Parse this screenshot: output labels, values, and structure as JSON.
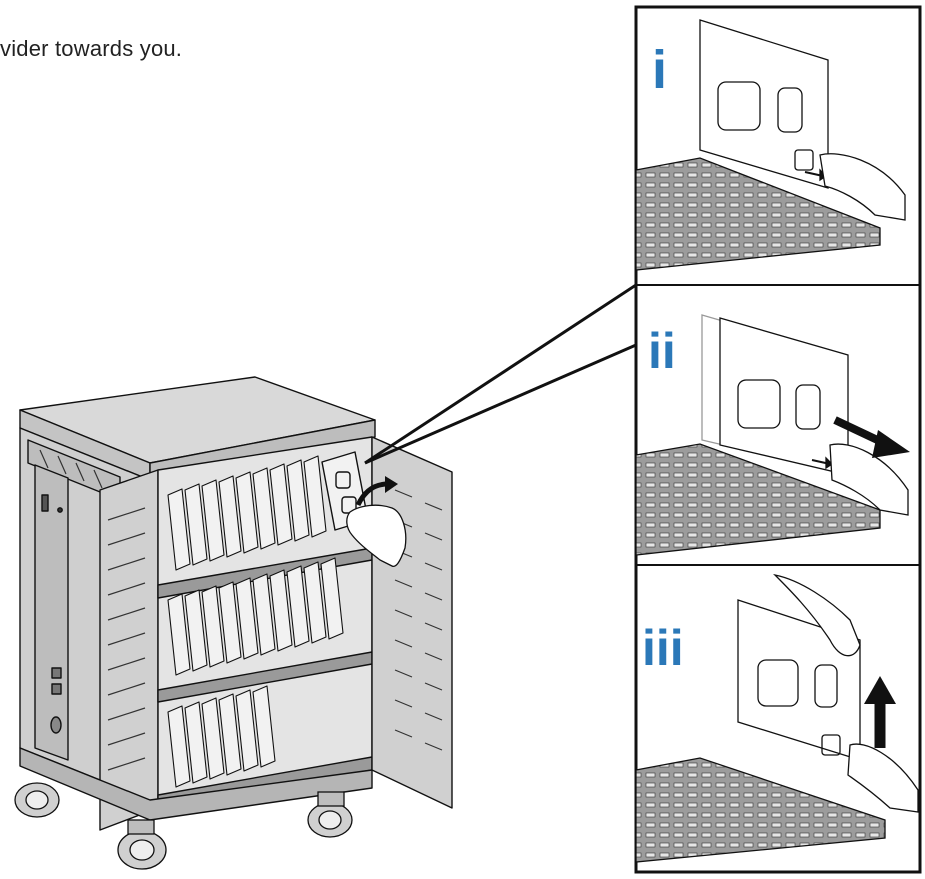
{
  "instruction": {
    "text": "vider towards you."
  },
  "steps": [
    {
      "label": "i"
    },
    {
      "label": "ii"
    },
    {
      "label": "iii"
    }
  ],
  "colors": {
    "step_label": "#2b78b8",
    "line": "#111111",
    "cart_fill": "#d4d4d4",
    "shelf_fill": "#9a9a9a",
    "arrow": "#111111"
  }
}
